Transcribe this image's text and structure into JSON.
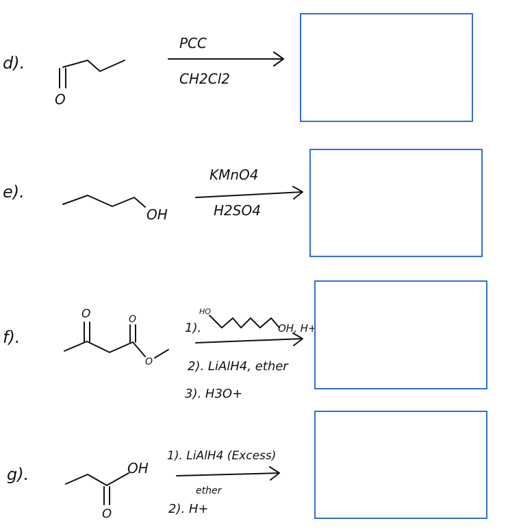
{
  "colors": {
    "ink": "#111111",
    "answer_box": "#2f6fd1",
    "background": "#ffffff"
  },
  "problems": [
    {
      "label": "d).",
      "reactant_atoms": [
        "O"
      ],
      "reagent_above": "PCC",
      "reagent_below": "CH2Cl2"
    },
    {
      "label": "e).",
      "reactant_atoms": [
        "OH"
      ],
      "reagent_above": "KMnO4",
      "reagent_below": "H2SO4"
    },
    {
      "label": "f).",
      "reactant_atoms": [
        "O",
        "O",
        "O"
      ],
      "step1_prefix": "1).",
      "step1_ho": "HO",
      "step1_oh": "OH, H+",
      "step2": "2). LiAlH4, ether",
      "step3": "3). H3O+"
    },
    {
      "label": "g).",
      "reactant_atoms": [
        "OH",
        "O"
      ],
      "step1": "1). LiAlH4 (Excess)",
      "step1_solvent": "ether",
      "step2": "2).  H+"
    }
  ]
}
